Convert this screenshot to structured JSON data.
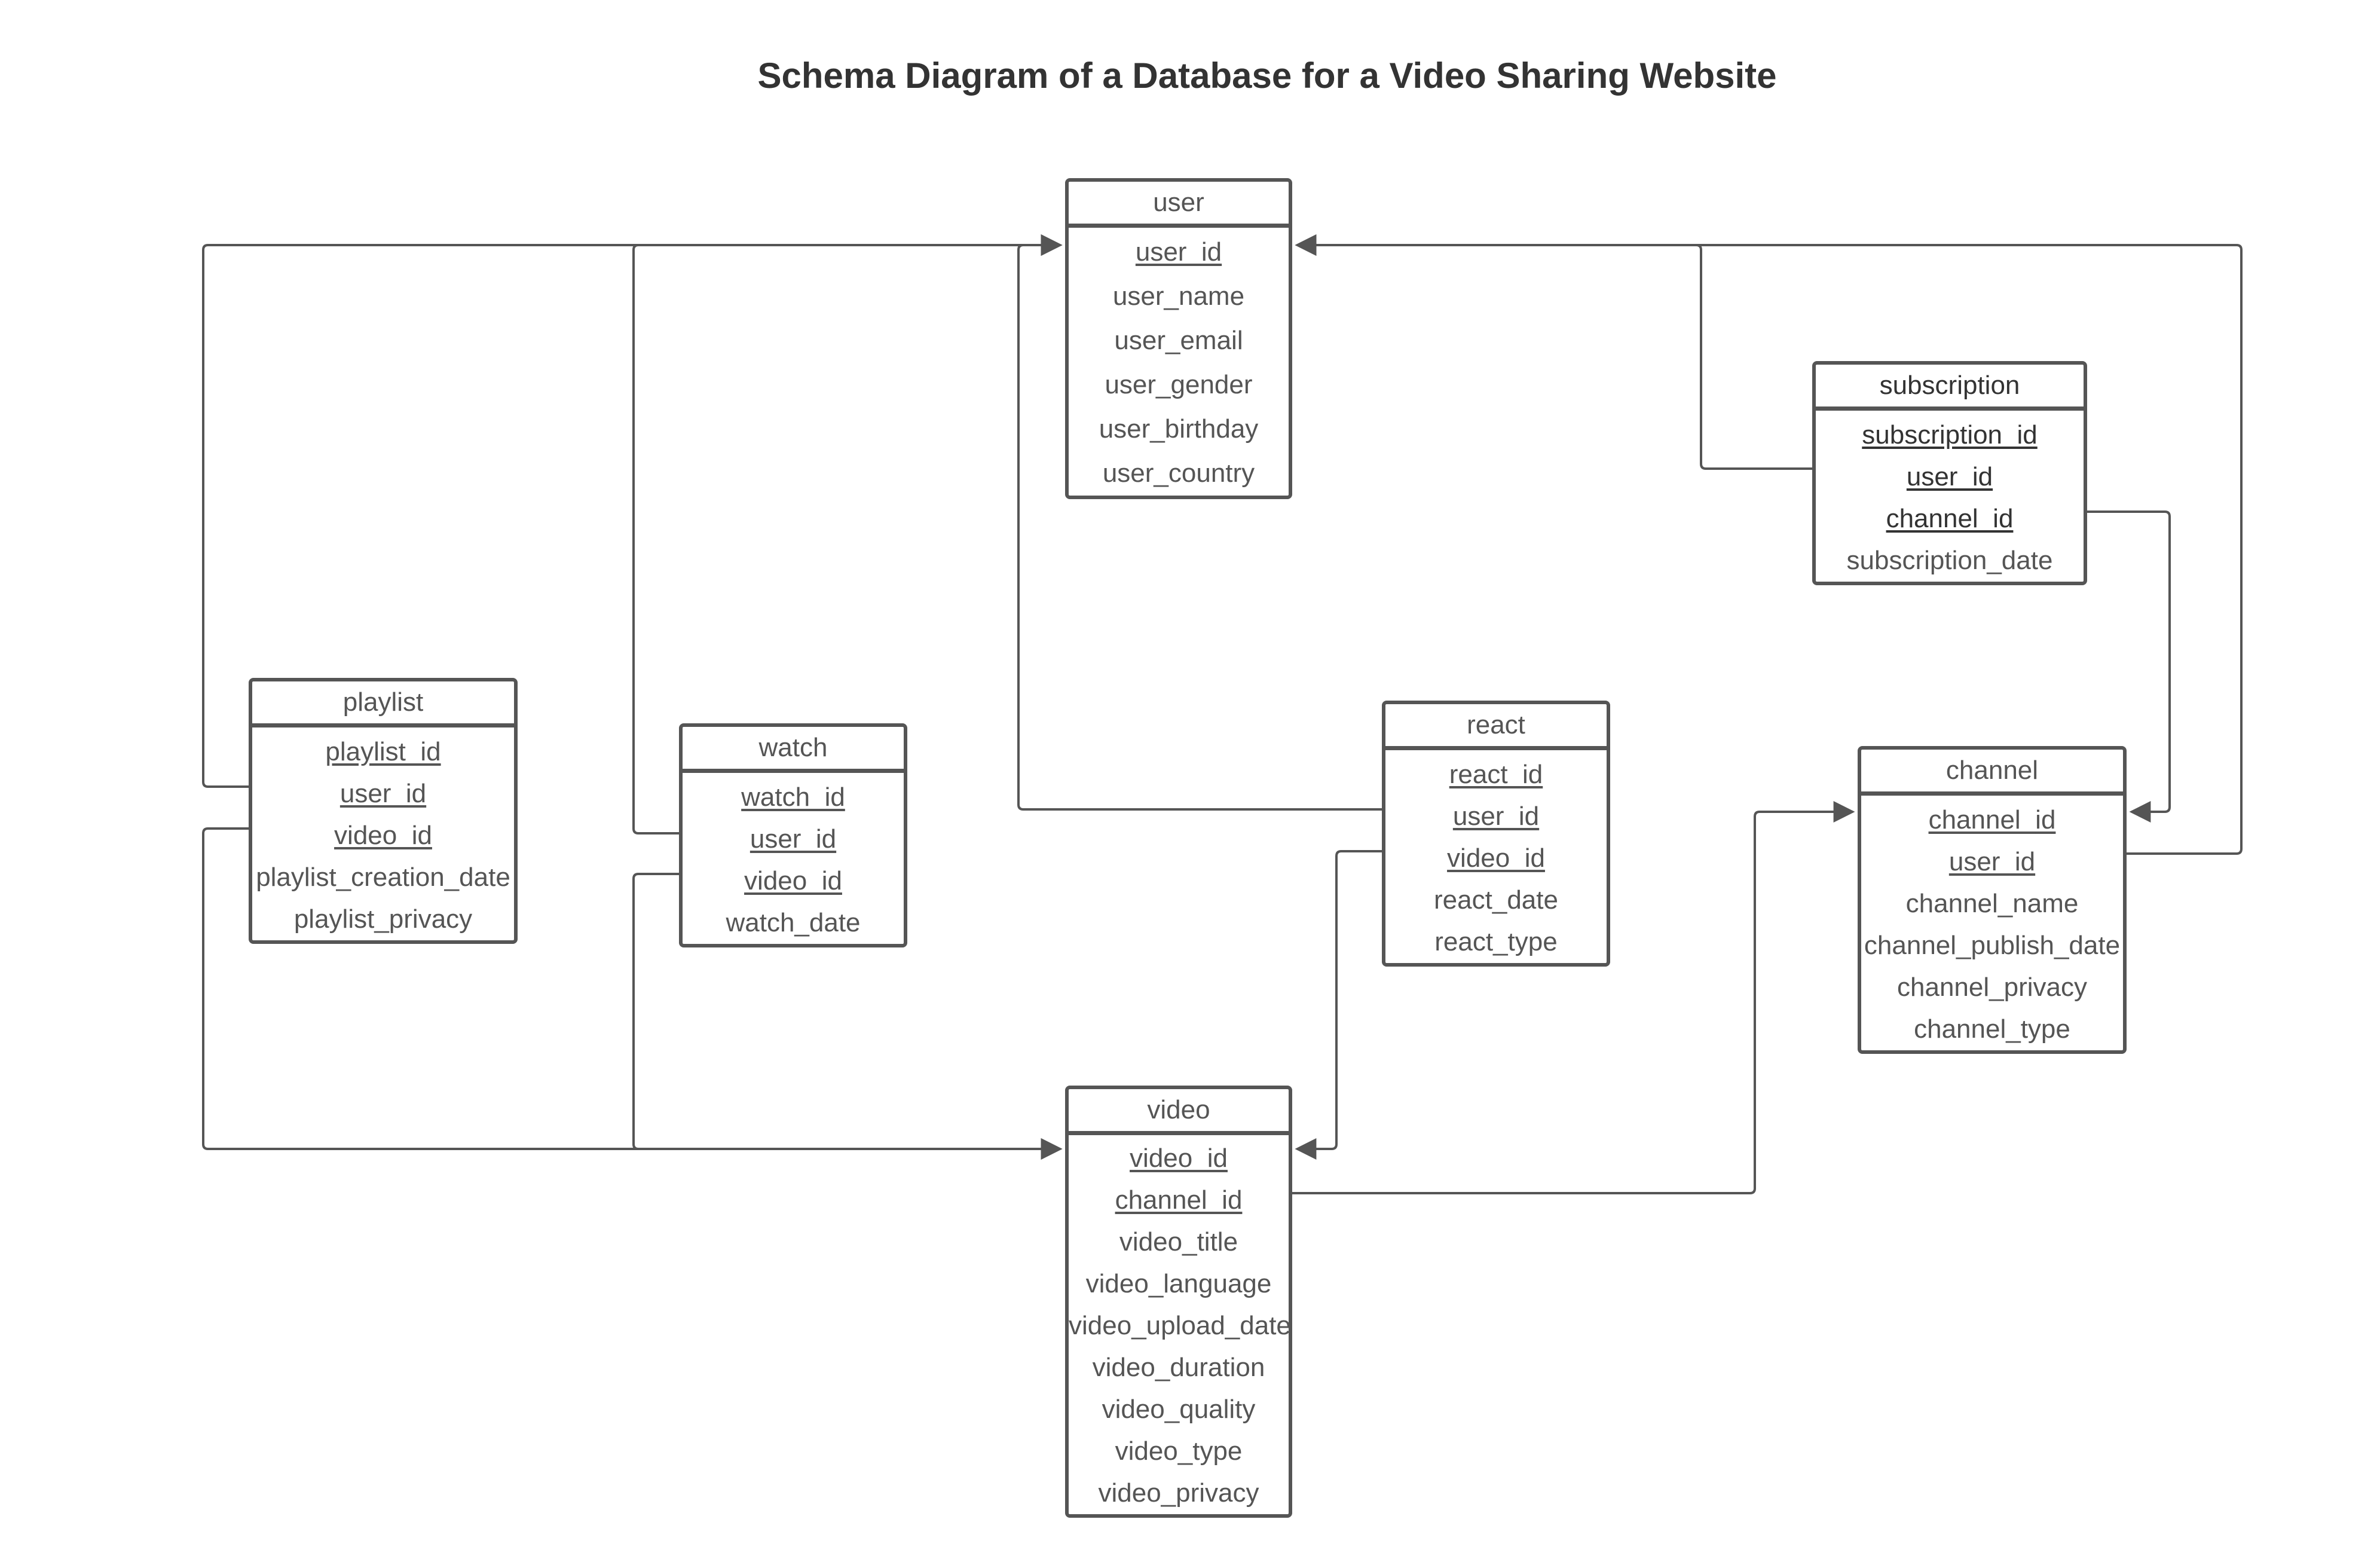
{
  "title": "Schema Diagram of a Database for a Video Sharing Website",
  "tables": {
    "user": {
      "name": "user",
      "fields": [
        {
          "label": "user_id",
          "key": true
        },
        {
          "label": "user_name",
          "key": false
        },
        {
          "label": "user_email",
          "key": false
        },
        {
          "label": "user_gender",
          "key": false
        },
        {
          "label": "user_birthday",
          "key": false
        },
        {
          "label": "user_country",
          "key": false
        }
      ]
    },
    "subscription": {
      "name": "subscription",
      "fields": [
        {
          "label": "subscription_id",
          "key": true
        },
        {
          "label": "user_id",
          "key": true
        },
        {
          "label": "channel_id",
          "key": true
        },
        {
          "label": "subscription_date",
          "key": false
        }
      ]
    },
    "playlist": {
      "name": "playlist",
      "fields": [
        {
          "label": "playlist_id",
          "key": true
        },
        {
          "label": "user_id",
          "key": true
        },
        {
          "label": "video_id",
          "key": true
        },
        {
          "label": "playlist_creation_date",
          "key": false
        },
        {
          "label": "playlist_privacy",
          "key": false
        }
      ]
    },
    "watch": {
      "name": "watch",
      "fields": [
        {
          "label": "watch_id",
          "key": true
        },
        {
          "label": "user_id",
          "key": true
        },
        {
          "label": "video_id",
          "key": true
        },
        {
          "label": "watch_date",
          "key": false
        }
      ]
    },
    "react": {
      "name": "react",
      "fields": [
        {
          "label": "react_id",
          "key": true
        },
        {
          "label": "user_id",
          "key": true
        },
        {
          "label": "video_id",
          "key": true
        },
        {
          "label": "react_date",
          "key": false
        },
        {
          "label": "react_type",
          "key": false
        }
      ]
    },
    "channel": {
      "name": "channel",
      "fields": [
        {
          "label": "channel_id",
          "key": true
        },
        {
          "label": "user_id",
          "key": true
        },
        {
          "label": "channel_name",
          "key": false
        },
        {
          "label": "channel_publish_date",
          "key": false
        },
        {
          "label": "channel_privacy",
          "key": false
        },
        {
          "label": "channel_type",
          "key": false
        }
      ]
    },
    "video": {
      "name": "video",
      "fields": [
        {
          "label": "video_id",
          "key": true
        },
        {
          "label": "channel_id",
          "key": true
        },
        {
          "label": "video_title",
          "key": false
        },
        {
          "label": "video_language",
          "key": false
        },
        {
          "label": "video_upload_date",
          "key": false
        },
        {
          "label": "video_duration",
          "key": false
        },
        {
          "label": "video_quality",
          "key": false
        },
        {
          "label": "video_type",
          "key": false
        },
        {
          "label": "video_privacy",
          "key": false
        }
      ]
    }
  },
  "relationships": [
    {
      "from": "playlist.user_id",
      "to": "user.user_id"
    },
    {
      "from": "watch.user_id",
      "to": "user.user_id"
    },
    {
      "from": "react.user_id",
      "to": "user.user_id"
    },
    {
      "from": "subscription.user_id",
      "to": "user.user_id"
    },
    {
      "from": "channel.user_id",
      "to": "user.user_id"
    },
    {
      "from": "subscription.channel_id",
      "to": "channel.channel_id"
    },
    {
      "from": "video.channel_id",
      "to": "channel.channel_id"
    },
    {
      "from": "playlist.video_id",
      "to": "video.video_id"
    },
    {
      "from": "watch.video_id",
      "to": "video.video_id"
    },
    {
      "from": "react.video_id",
      "to": "video.video_id"
    }
  ],
  "colors": {
    "line": "#555555",
    "text": "#555555",
    "title": "#333333",
    "background": "#ffffff"
  }
}
